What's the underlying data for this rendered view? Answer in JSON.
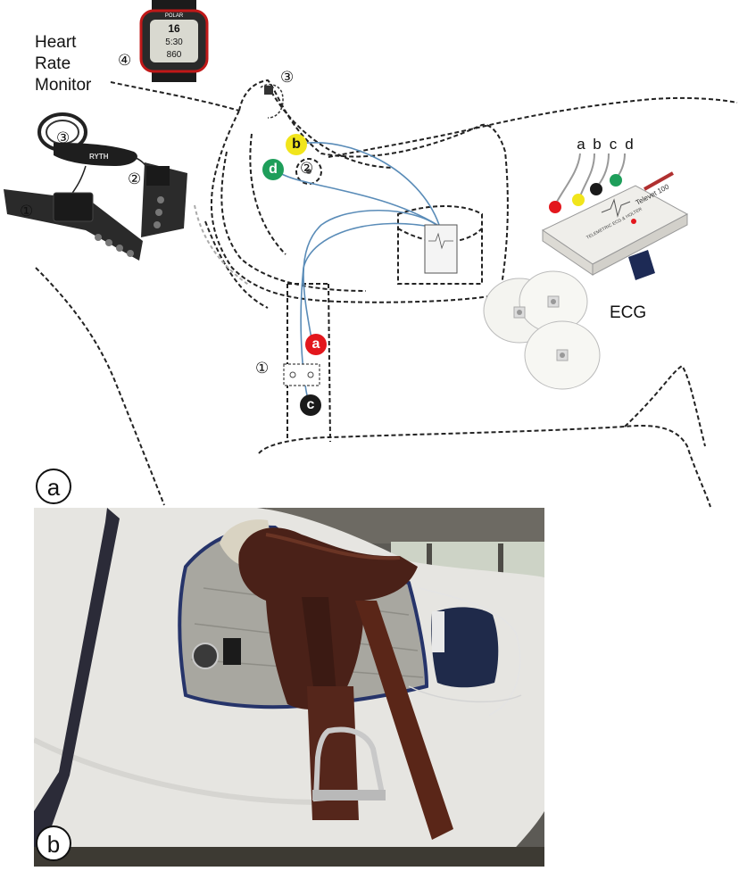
{
  "labels": {
    "heart_rate_monitor": [
      "Heart",
      "Rate",
      "Monitor"
    ],
    "ecg": "ECG",
    "panel_a": "a",
    "panel_b": "b"
  },
  "numbers": {
    "one": "①",
    "two": "②",
    "three": "③",
    "four": "④"
  },
  "electrodes": {
    "a": "a",
    "b": "b",
    "c": "c",
    "d": "d"
  },
  "lead_letters": [
    "a",
    "b",
    "c",
    "d"
  ],
  "watch": {
    "brand": "POLAR",
    "line1": "16",
    "line2": "5:30",
    "line3": "860"
  },
  "strap_brand": "RYTH",
  "ecg_device": {
    "brand": "Televet 100",
    "subtitle": "TELEMETRIC ECG & HOLTER"
  },
  "colors": {
    "electrode_a": "#e3171d",
    "electrode_b": "#f1e51b",
    "electrode_c": "#1a1a1a",
    "electrode_d": "#1e9e5a",
    "lead_wire": "#5a8cb8"
  }
}
